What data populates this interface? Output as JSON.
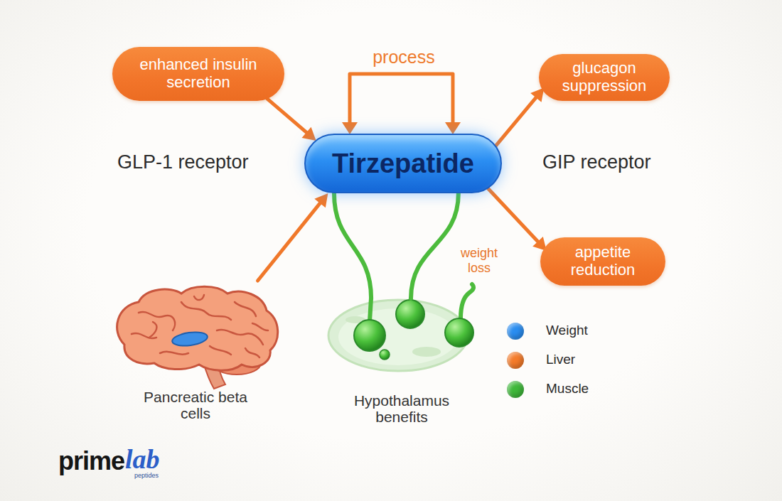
{
  "diagram": {
    "nodes": [
      {
        "text": [
          "enhanced insulin secretion"
        ]
      },
      {
        "text": [
          "glucagon suppression"
        ]
      },
      {
        "text": [
          "Tirzepatide"
        ]
      },
      {
        "text": [
          "appetite reduction"
        ]
      },
      {
        "text": [
          "Pancreatic beta cells"
        ]
      },
      {
        "text": [
          "Hypothalamus benefits"
        ]
      }
    ],
    "edges": [
      {
        "from": 0,
        "to": 2,
        "arrow": "to"
      },
      {
        "from": 2,
        "to": 1,
        "arrow": "to"
      },
      {
        "from": 2,
        "to": 3,
        "label": "weight loss",
        "arrow": "to"
      },
      {
        "from": 4,
        "to": 2,
        "arrow": "to"
      },
      {
        "from": 2,
        "to": 5,
        "arrow": "none"
      },
      {
        "from": 2,
        "to": 5,
        "arrow": "none"
      }
    ],
    "labels": [
      "process",
      "GLP-1 receptor",
      "GIP receptor",
      "prime",
      "lab",
      "peptides"
    ],
    "legend": [
      {
        "text": "Weight",
        "color": "#2a8df0"
      },
      {
        "text": "Liver",
        "color": "#f47b2a"
      },
      {
        "text": "Muscle",
        "color": "#3fb83a"
      }
    ]
  }
}
